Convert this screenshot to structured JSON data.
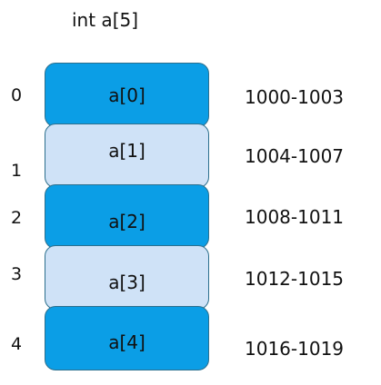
{
  "title": "int a[5]",
  "colors": {
    "dark_cell": "#0b9ee6",
    "light_cell": "#cfe2f7",
    "border": "#2c6f8d"
  },
  "cells": [
    {
      "index": "0",
      "label": "a[0]",
      "address": "1000-1003",
      "style": "dark"
    },
    {
      "index": "1",
      "label": "a[1]",
      "address": "1004-1007",
      "style": "light"
    },
    {
      "index": "2",
      "label": "a[2]",
      "address": "1008-1011",
      "style": "dark"
    },
    {
      "index": "3",
      "label": "a[3]",
      "address": "1012-1015",
      "style": "light"
    },
    {
      "index": "4",
      "label": "a[4]",
      "address": "1016-1019",
      "style": "dark"
    }
  ]
}
